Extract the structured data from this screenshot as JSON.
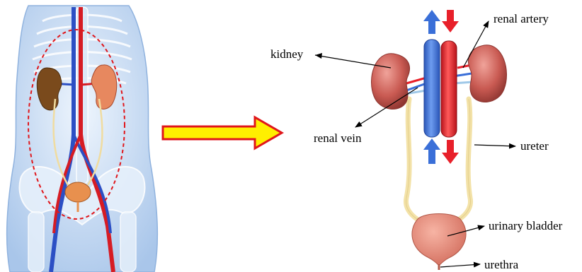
{
  "labels": {
    "kidney": "kidney",
    "renal_artery": "renal artery",
    "renal_vein": "renal vein",
    "ureter": "ureter",
    "urinary_bladder": "urinary bladder",
    "urethra": "urethra"
  },
  "colors": {
    "artery": "#e8202a",
    "vein": "#3a6fd8",
    "kidney": "#c95a52",
    "bladder": "#e48a78",
    "ureter": "#f3e2a8",
    "arrow_fill": "#ffef00",
    "arrow_stroke": "#e0161b",
    "body_tint": "#c9ddf3"
  }
}
